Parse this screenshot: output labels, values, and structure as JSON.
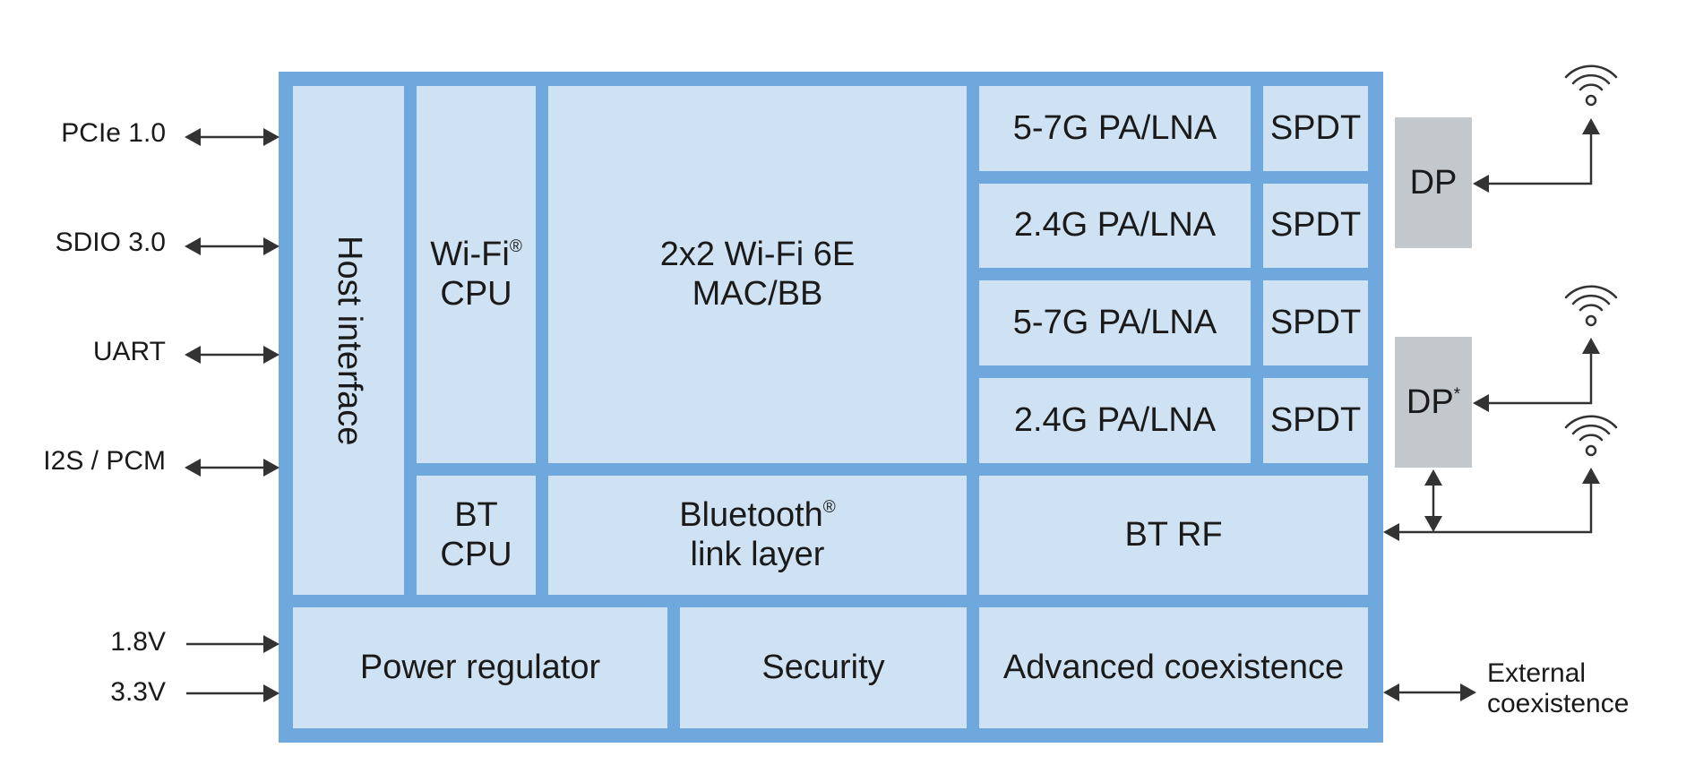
{
  "left_labels": {
    "pcie": "PCIe 1.0",
    "sdio": "SDIO 3.0",
    "uart": "UART",
    "i2s": "I2S / PCM",
    "v18": "1.8V",
    "v33": "3.3V"
  },
  "blocks": {
    "host_interface": "Host interface",
    "wifi_cpu_line1": "Wi-Fi",
    "wifi_cpu_reg": "®",
    "wifi_cpu_line2": "CPU",
    "wifi_mac_line1": "2x2 Wi-Fi 6E",
    "wifi_mac_line2": "MAC/BB",
    "pa_lna_1": "5-7G PA/LNA",
    "pa_lna_2": "2.4G PA/LNA",
    "pa_lna_3": "5-7G PA/LNA",
    "pa_lna_4": "2.4G PA/LNA",
    "spdt_1": "SPDT",
    "spdt_2": "SPDT",
    "spdt_3": "SPDT",
    "spdt_4": "SPDT",
    "bt_cpu_line1": "BT",
    "bt_cpu_line2": "CPU",
    "bt_link_line1": "Bluetooth",
    "bt_link_reg": "®",
    "bt_link_line2": "link layer",
    "bt_rf": "BT RF",
    "power_regulator": "Power regulator",
    "security": "Security",
    "advanced_coexistence": "Advanced coexistence"
  },
  "right": {
    "dp1": "DP",
    "dp2": "DP",
    "dp2_mark": "*",
    "ext_line1": "External",
    "ext_line2": "coexistence"
  },
  "colors": {
    "chip_border": "#6fa8dc",
    "block_fill": "#cfe2f3",
    "dp_fill": "#c3c8cd",
    "arrow": "#333333"
  },
  "icons": [
    "antenna-icon",
    "antenna-icon",
    "antenna-icon"
  ]
}
